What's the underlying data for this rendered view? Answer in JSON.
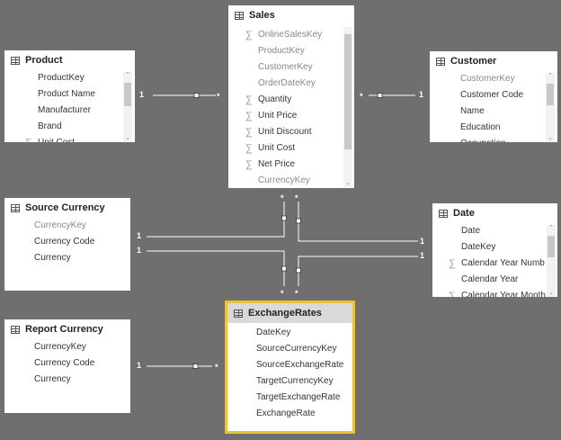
{
  "tables": {
    "sales": {
      "title": "Sales",
      "fields": [
        {
          "name": "OnlineSalesKey",
          "sigma": true,
          "muted": true
        },
        {
          "name": "ProductKey",
          "sigma": false,
          "muted": true
        },
        {
          "name": "CustomerKey",
          "sigma": false,
          "muted": true
        },
        {
          "name": "OrderDateKey",
          "sigma": false,
          "muted": true
        },
        {
          "name": "Quantity",
          "sigma": true,
          "muted": false
        },
        {
          "name": "Unit Price",
          "sigma": true,
          "muted": false
        },
        {
          "name": "Unit Discount",
          "sigma": true,
          "muted": false
        },
        {
          "name": "Unit Cost",
          "sigma": true,
          "muted": false
        },
        {
          "name": "Net Price",
          "sigma": true,
          "muted": false
        },
        {
          "name": "CurrencyKey",
          "sigma": false,
          "muted": true
        }
      ]
    },
    "product": {
      "title": "Product",
      "fields": [
        {
          "name": "ProductKey",
          "sigma": false,
          "muted": false
        },
        {
          "name": "Product Name",
          "sigma": false,
          "muted": false
        },
        {
          "name": "Manufacturer",
          "sigma": false,
          "muted": false
        },
        {
          "name": "Brand",
          "sigma": false,
          "muted": false
        },
        {
          "name": "Unit Cost",
          "sigma": true,
          "muted": false
        }
      ]
    },
    "customer": {
      "title": "Customer",
      "fields": [
        {
          "name": "CustomerKey",
          "sigma": false,
          "muted": true
        },
        {
          "name": "Customer Code",
          "sigma": false,
          "muted": false
        },
        {
          "name": "Name",
          "sigma": false,
          "muted": false
        },
        {
          "name": "Education",
          "sigma": false,
          "muted": false
        },
        {
          "name": "Occupation",
          "sigma": false,
          "muted": false
        }
      ]
    },
    "source_currency": {
      "title": "Source Currency",
      "fields": [
        {
          "name": "CurrencyKey",
          "sigma": false,
          "muted": true
        },
        {
          "name": "Currency Code",
          "sigma": false,
          "muted": false
        },
        {
          "name": "Currency",
          "sigma": false,
          "muted": false
        }
      ]
    },
    "date": {
      "title": "Date",
      "fields": [
        {
          "name": "Date",
          "sigma": false,
          "muted": false
        },
        {
          "name": "DateKey",
          "sigma": false,
          "muted": false
        },
        {
          "name": "Calendar Year Numb",
          "sigma": true,
          "muted": false
        },
        {
          "name": "Calendar Year",
          "sigma": false,
          "muted": false
        },
        {
          "name": "Calendar Year Month",
          "sigma": true,
          "muted": false
        }
      ]
    },
    "report_currency": {
      "title": "Report Currency",
      "fields": [
        {
          "name": "CurrencyKey",
          "sigma": false,
          "muted": false
        },
        {
          "name": "Currency Code",
          "sigma": false,
          "muted": false
        },
        {
          "name": "Currency",
          "sigma": false,
          "muted": false
        }
      ]
    },
    "exchange_rates": {
      "title": "ExchangeRates",
      "fields": [
        {
          "name": "DateKey",
          "sigma": false,
          "muted": false
        },
        {
          "name": "SourceCurrencyKey",
          "sigma": false,
          "muted": false
        },
        {
          "name": "SourceExchangeRate",
          "sigma": false,
          "muted": false
        },
        {
          "name": "TargetCurrencyKey",
          "sigma": false,
          "muted": false
        },
        {
          "name": "TargetExchangeRate",
          "sigma": false,
          "muted": false
        },
        {
          "name": "ExchangeRate",
          "sigma": false,
          "muted": false
        }
      ]
    }
  },
  "cardinality": {
    "one": "1",
    "many": "*"
  },
  "colors": {
    "background": "#6f6f6f",
    "relationship_line": "#ffffff",
    "selected_border": "#e7c43b"
  }
}
